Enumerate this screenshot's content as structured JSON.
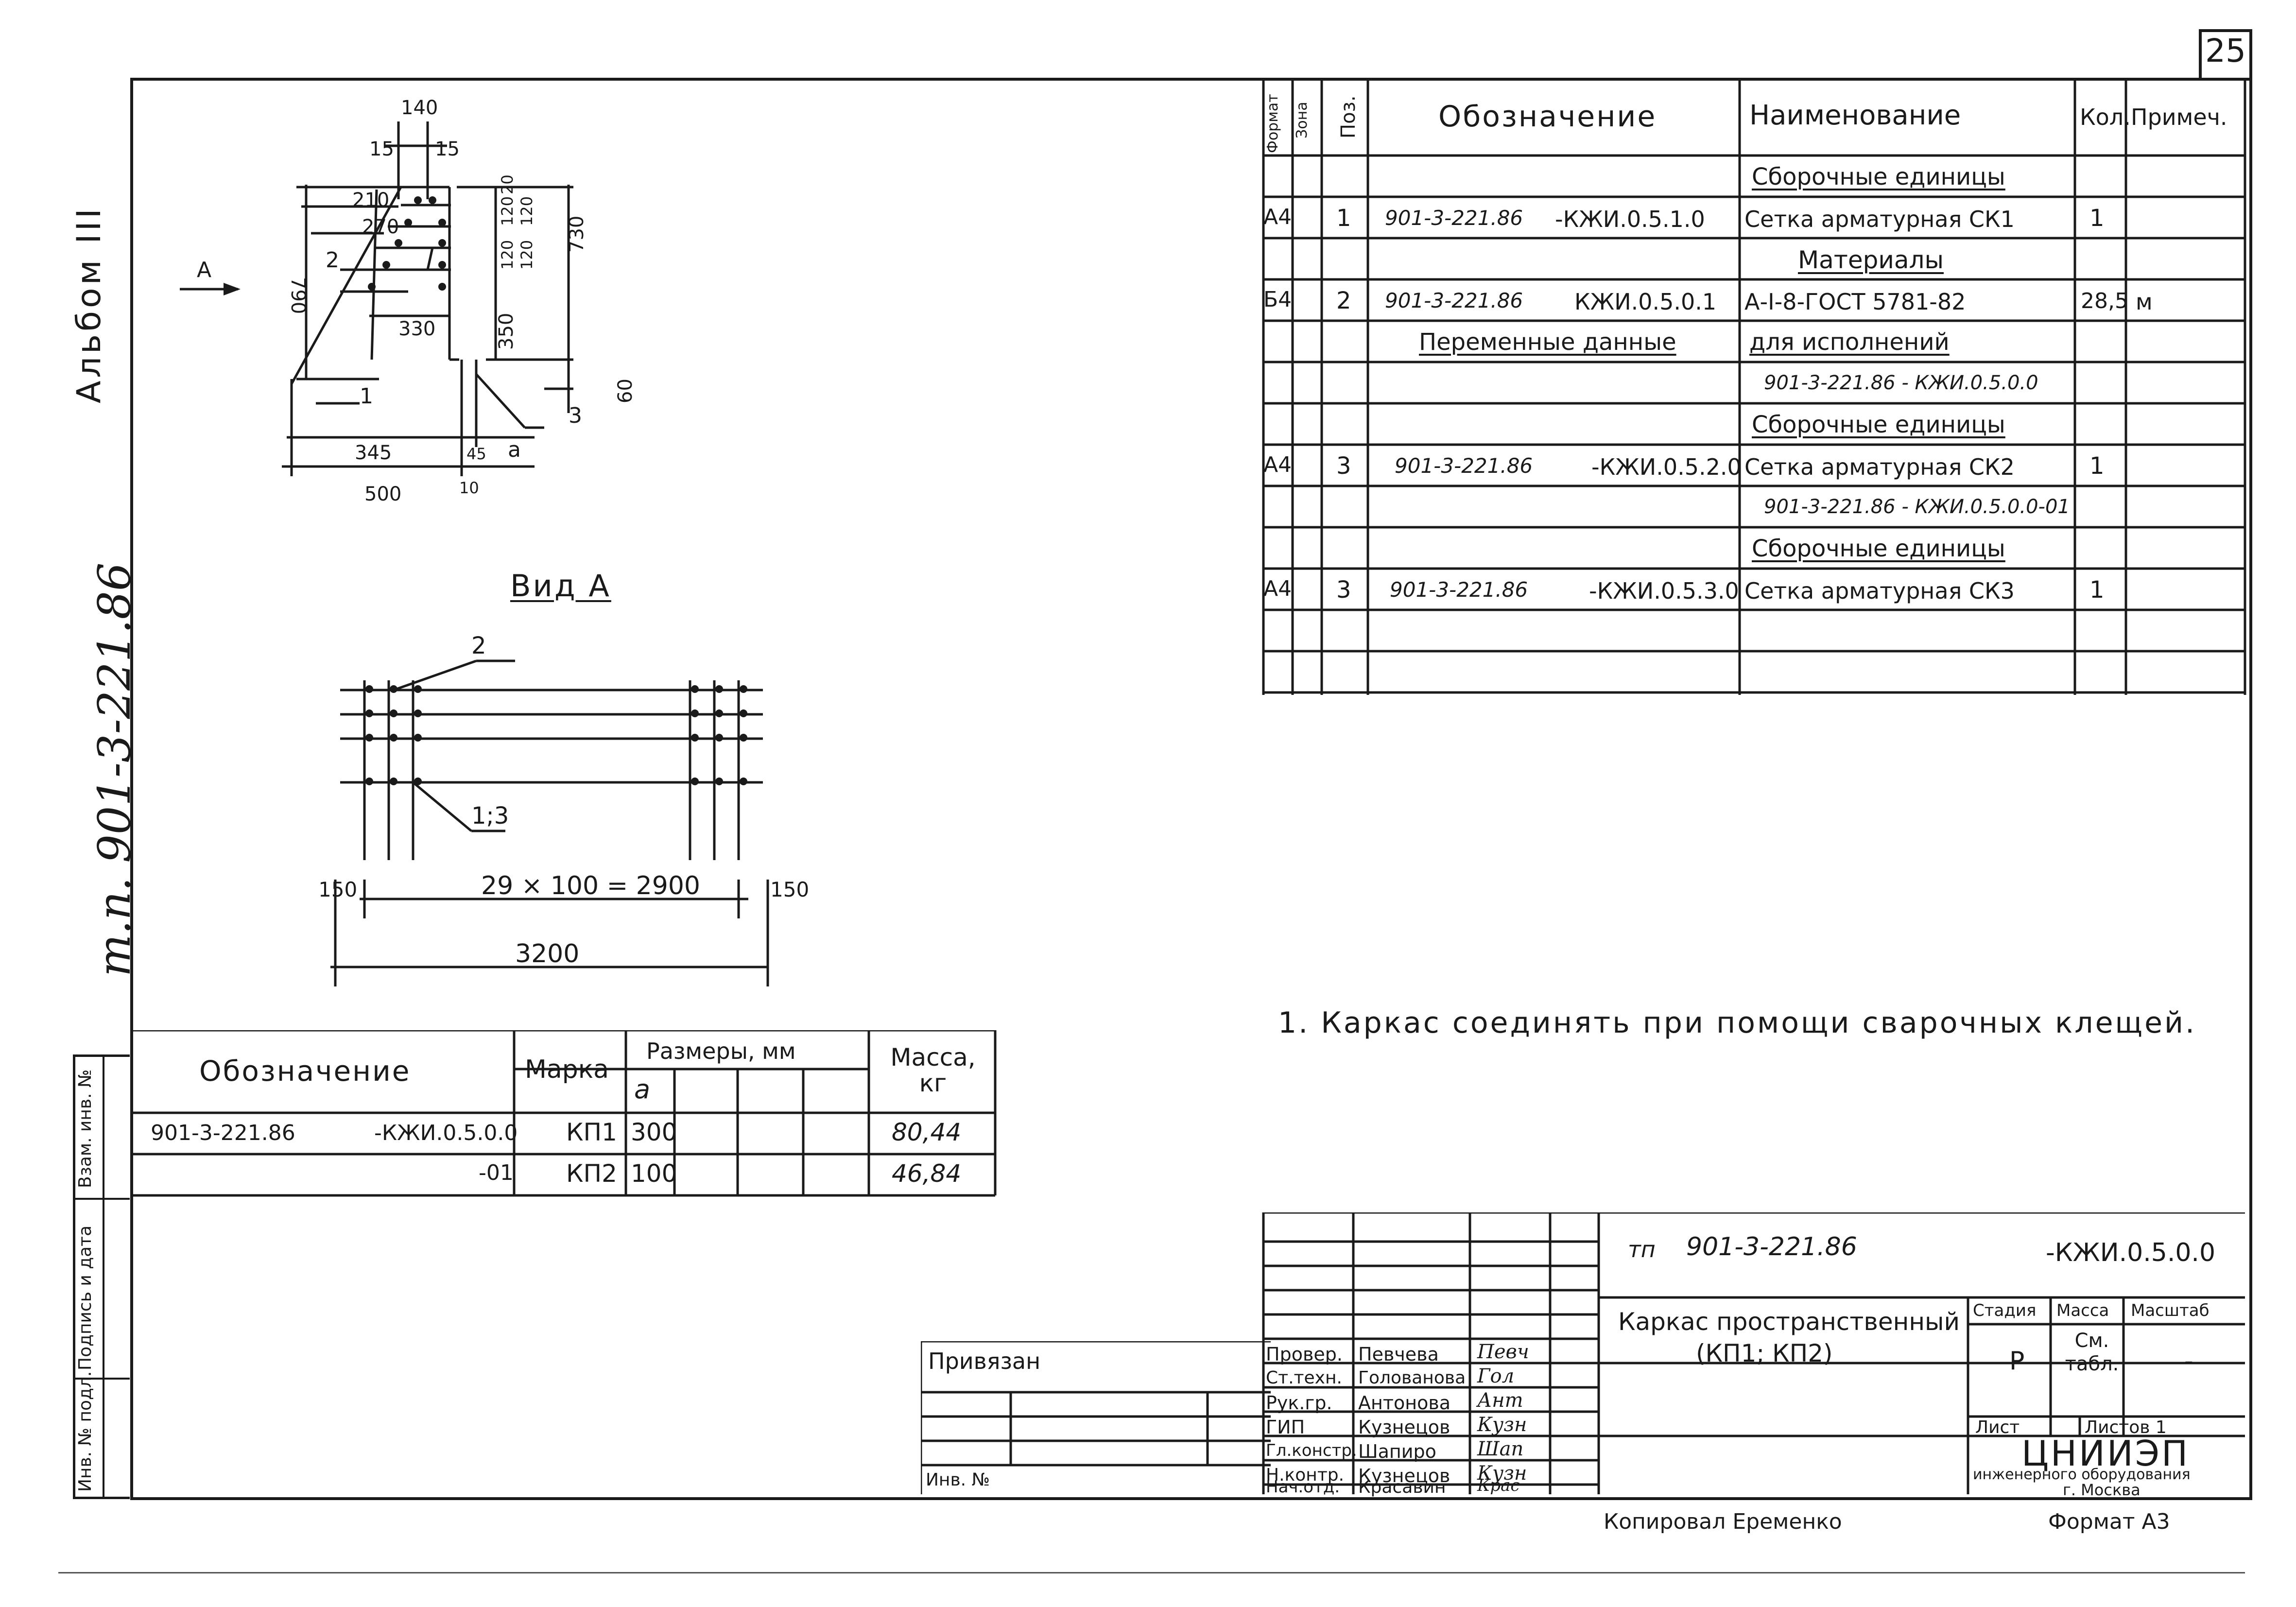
{
  "sheet_number": "25",
  "album_label": "Альбом III",
  "project_side_label": "т.п. 901-3-221.86",
  "view_a_title": "Вид А",
  "view_arrow_label": "А",
  "section_dims": {
    "d140": "140",
    "d15a": "15",
    "d15b": "15",
    "d210": "210",
    "d270": "270",
    "d330": "330",
    "d790": "790",
    "d730": "730",
    "d20": "20",
    "d120a": "120",
    "d120b": "120",
    "d120c": "120",
    "d120d": "120",
    "d350": "350",
    "d60": "60",
    "d345": "345",
    "d45": "45",
    "d500": "500",
    "d10": "10",
    "a": "a",
    "p1": "1",
    "p2": "2",
    "p3": "3"
  },
  "view_dims": {
    "p2": "2",
    "p13": "1;3",
    "d150a": "150",
    "d150b": "150",
    "spacing": "29 × 100 = 2900",
    "total": "3200"
  },
  "spec_table": {
    "headers": [
      "Формат",
      "Зона",
      "Поз.",
      "Обозначение",
      "Наименование",
      "Кол.",
      "Примеч."
    ],
    "rows": [
      {
        "fmt": "",
        "zone": "",
        "pos": "",
        "code": "",
        "code_suffix": "",
        "name": "Сборочные единицы",
        "qty": "",
        "note": ""
      },
      {
        "fmt": "А4",
        "zone": "",
        "pos": "1",
        "code": "901-3-221.86",
        "code_suffix": "-КЖИ.0.5.1.0",
        "name": "Сетка арматурная СК1",
        "qty": "1",
        "note": ""
      },
      {
        "fmt": "",
        "zone": "",
        "pos": "",
        "code": "",
        "code_suffix": "",
        "name": "Материалы",
        "qty": "",
        "note": ""
      },
      {
        "fmt": "Б4",
        "zone": "",
        "pos": "2",
        "code": "901-3-221.86",
        "code_suffix": "КЖИ.0.5.0.1",
        "name": "А-I-8-ГОСТ 5781-82",
        "qty": "28,5",
        "note": "м"
      },
      {
        "fmt": "",
        "zone": "",
        "pos": "",
        "code": "Переменные данные",
        "code_suffix": "",
        "name": "для исполнений",
        "qty": "",
        "note": ""
      },
      {
        "fmt": "",
        "zone": "",
        "pos": "",
        "code": "",
        "code_suffix": "",
        "name": "901-3-221.86 - КЖИ.0.5.0.0",
        "qty": "",
        "note": ""
      },
      {
        "fmt": "",
        "zone": "",
        "pos": "",
        "code": "",
        "code_suffix": "",
        "name": "Сборочные единицы",
        "qty": "",
        "note": ""
      },
      {
        "fmt": "А4",
        "zone": "",
        "pos": "3",
        "code": "901-3-221.86",
        "code_suffix": "-КЖИ.0.5.2.0",
        "name": "Сетка арматурная СК2",
        "qty": "1",
        "note": ""
      },
      {
        "fmt": "",
        "zone": "",
        "pos": "",
        "code": "",
        "code_suffix": "",
        "name": "901-3-221.86 - КЖИ.0.5.0.0-01",
        "qty": "",
        "note": ""
      },
      {
        "fmt": "",
        "zone": "",
        "pos": "",
        "code": "",
        "code_suffix": "",
        "name": "Сборочные единицы",
        "qty": "",
        "note": ""
      },
      {
        "fmt": "А4",
        "zone": "",
        "pos": "3",
        "code": "901-3-221.86",
        "code_suffix": "-КЖИ.0.5.3.0",
        "name": "Сетка арматурная СК3",
        "qty": "1",
        "note": ""
      },
      {
        "fmt": "",
        "zone": "",
        "pos": "",
        "code": "",
        "code_suffix": "",
        "name": "",
        "qty": "",
        "note": ""
      },
      {
        "fmt": "",
        "zone": "",
        "pos": "",
        "code": "",
        "code_suffix": "",
        "name": "",
        "qty": "",
        "note": ""
      }
    ]
  },
  "note_text": "1. Каркас соединять при помощи сварочных клещей.",
  "variants_table": {
    "h_code": "Обозначение",
    "h_mark": "Марка",
    "h_sizes": "Размеры, мм",
    "h_a": "a",
    "h_mass": "Масса, кг",
    "rows": [
      {
        "code": "901-3-221.86",
        "suffix": "-КЖИ.0.5.0.0",
        "mark": "КП1",
        "a": "300",
        "mass": "80,44"
      },
      {
        "code": "",
        "suffix": "-01",
        "mark": "КП2",
        "a": "100",
        "mass": "46,84"
      }
    ]
  },
  "left_strip": [
    "Инв. № подл.",
    "Подпись и дата",
    "Взам. инв. №"
  ],
  "privyazan": {
    "label": "Привязан",
    "inv_label": "Инв. №"
  },
  "title_block": {
    "tp_label": "тп",
    "tp_code": "901-3-221.86",
    "doc_code": "-КЖИ.0.5.0.0",
    "title_line1": "Каркас пространственный",
    "title_line2": "(КП1; КП2)",
    "stage_label": "Стадия",
    "mass_label": "Масса",
    "scale_label": "Масштаб",
    "stage_value": "Р",
    "mass_value": "См. табл.",
    "scale_value": "-",
    "sheet_label": "Лист",
    "sheets_label": "Листов 1",
    "org_name": "ЦНИИЭП",
    "org_line2": "инженерного оборудования",
    "org_line3": "г. Москва",
    "signatures": [
      {
        "role": "Провер.",
        "name": "Певчева",
        "sign": "Певч"
      },
      {
        "role": "Ст.техн.",
        "name": "Голованова",
        "sign": "Гол"
      },
      {
        "role": "Рук.гр.",
        "name": "Антонова",
        "sign": "Ант"
      },
      {
        "role": "ГИП",
        "name": "Кузнецов",
        "sign": "Кузн"
      },
      {
        "role": "Гл.констр.",
        "name": "Шапиро",
        "sign": "Шап"
      },
      {
        "role": "Н.контр.",
        "name": "Кузнецов",
        "sign": "Кузн"
      },
      {
        "role": "Нач.отд.",
        "name": "Красавин",
        "sign": "Крас"
      }
    ]
  },
  "copied_by": "Копировал Еременко",
  "format_label": "Формат А3"
}
